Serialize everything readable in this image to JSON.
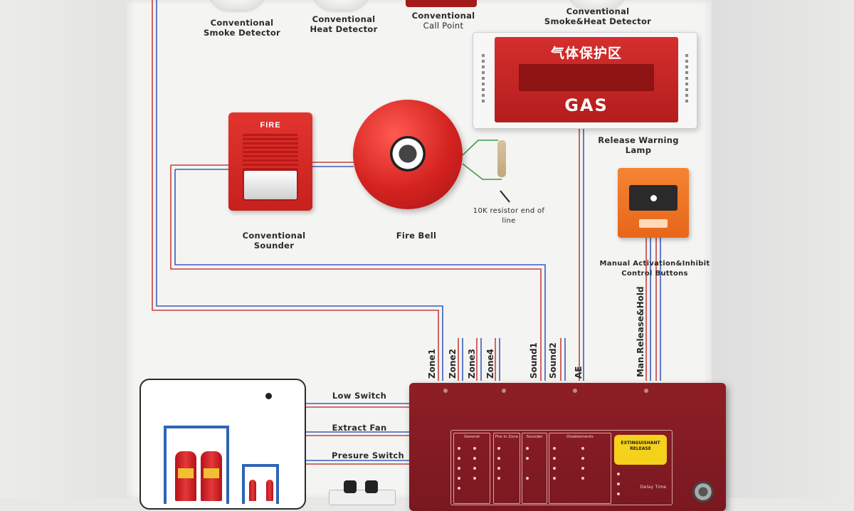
{
  "devices": {
    "smoke_detector": {
      "line1": "Conventional",
      "line2": "Smoke Detector"
    },
    "heat_detector": {
      "line1": "Conventional",
      "line2": "Heat Detector"
    },
    "call_point": {
      "line1": "Conventional",
      "line2": "Call Point"
    },
    "smoke_heat_detector": {
      "line1": "Conventional",
      "line2": "Smoke&Heat Detector"
    },
    "sounder": {
      "line1": "Conventional",
      "line2": "Sounder",
      "device_text": "FIRE"
    },
    "fire_bell": {
      "label": "Fire Bell"
    },
    "resistor": {
      "label": "10K resistor end of line"
    },
    "warning_lamp": {
      "label": "Release Warning Lamp",
      "sign_cn": "气体保护区",
      "sign_en": "GAS"
    },
    "manual_buttons": {
      "line1": "Manual Activation&Inhibit",
      "line2": "Control Buttons"
    }
  },
  "terminals": {
    "zone1": "Zone1",
    "zone2": "Zone2",
    "zone3": "Zone3",
    "zone4": "Zone4",
    "sound1": "Sound1",
    "sound2": "Sound2",
    "ae": "AE",
    "man_release": "Man.Release&Hold"
  },
  "cabinet_connections": {
    "low_switch": "Low Switch",
    "extract_fan": "Extract Fan",
    "pressure_switch": "Presure Switch"
  },
  "panel": {
    "release_badge_line1": "EXTINGUISHANT",
    "release_badge_line2": "RELEASE",
    "sections": [
      "General",
      "Fire in Zone",
      "Sounder",
      "Disablements"
    ],
    "delay_label": "Delay Time"
  },
  "colors": {
    "wire_red": "#c8403a",
    "wire_blue": "#3a5cc0",
    "panel_red": "#8e1e26",
    "device_red": "#d4231f",
    "button_orange": "#f27a2a",
    "badge_yellow": "#f4d11a"
  }
}
